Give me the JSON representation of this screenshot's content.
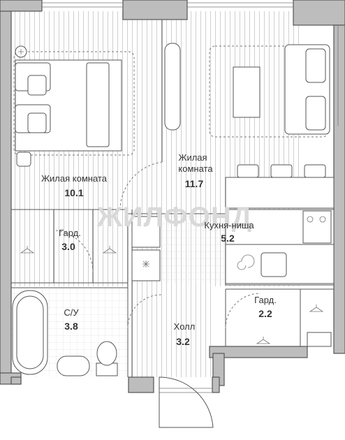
{
  "watermark": "ЖИЛФОНД",
  "rooms": [
    {
      "name": "Жилая комната",
      "area": "10.1"
    },
    {
      "name_line1": "Жилая",
      "name_line2": "комната",
      "area": "11.7"
    },
    {
      "name": "Кухня-ниша",
      "area": "5.2"
    },
    {
      "name": "Гард.",
      "area": "3.0"
    },
    {
      "name": "С/У",
      "area": "3.8"
    },
    {
      "name": "Холл",
      "area": "3.2"
    },
    {
      "name": "Гард.",
      "area": "2.2"
    }
  ],
  "icons": [
    "hanger-icon",
    "stove-icon",
    "sink-icon",
    "bathtub-icon",
    "toilet-icon",
    "washbasin-icon",
    "bed-icon",
    "sofa-icon",
    "table-icon",
    "dining-chair-icon",
    "vent-icon",
    "lamp-icon"
  ]
}
